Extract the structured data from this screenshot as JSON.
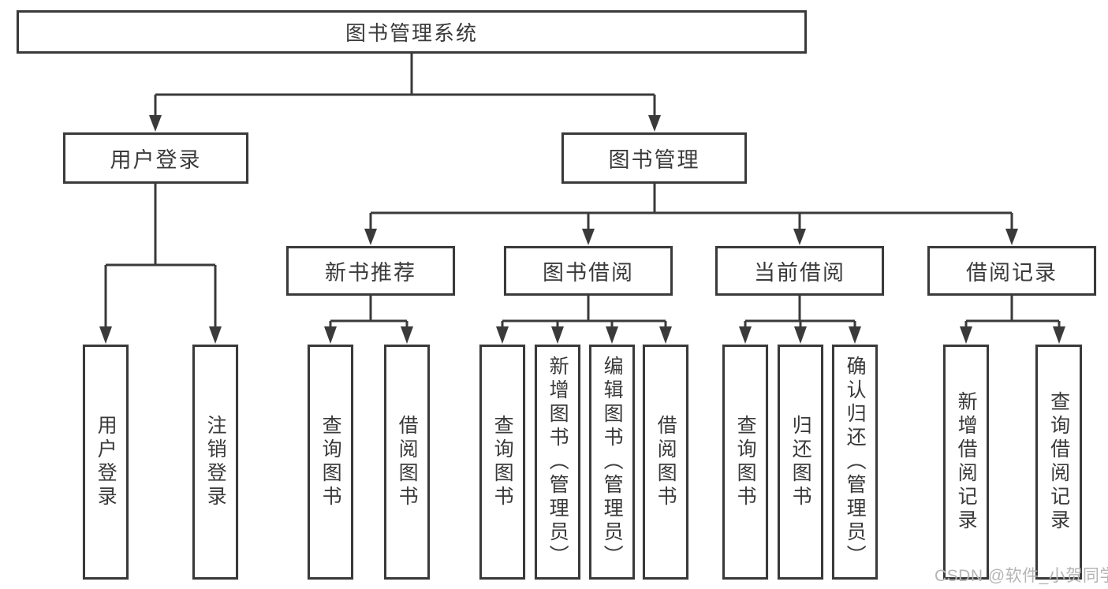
{
  "diagram": {
    "title": "图书管理系统",
    "level2": [
      "用户登录",
      "图书管理"
    ],
    "level3": [
      "新书推荐",
      "图书借阅",
      "当前借阅",
      "借阅记录"
    ],
    "leaves": [
      "用户登录",
      "注销登录",
      "查询图书",
      "借阅图书",
      "查询图书",
      "新增图书（管理员）",
      "编辑图书（管理员）",
      "借阅图书",
      "查询图书",
      "归还图书",
      "确认归还（管理员）",
      "新增借阅记录",
      "查询借阅记录"
    ]
  },
  "watermark": "CSDN @软件_小贺同学",
  "colors": {
    "line": "#3a3a3a",
    "text": "#3a3a3a",
    "box_background": "#ffffff",
    "page_background": "#ffffff",
    "watermark": "#b5b5b5"
  }
}
